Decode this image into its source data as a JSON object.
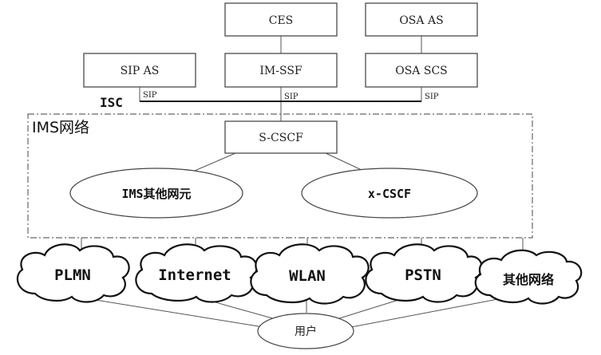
{
  "servers": {
    "ces": "CES",
    "osa_as": "OSA AS",
    "sip_as": "SIP AS",
    "im_ssf": "IM-SSF",
    "osa_scs": "OSA SCS"
  },
  "interface": {
    "isc": "ISC",
    "sip_1": "SIP",
    "sip_2": "SIP",
    "sip_3": "SIP"
  },
  "ims_network": {
    "title": "IMS网络",
    "s_cscf": "S-CSCF",
    "ims_other": "IMS其他网元",
    "x_cscf": "x-CSCF"
  },
  "access_networks": [
    "PLMN",
    "Internet",
    "WLAN",
    "PSTN",
    "其他网络"
  ],
  "user": "用户"
}
